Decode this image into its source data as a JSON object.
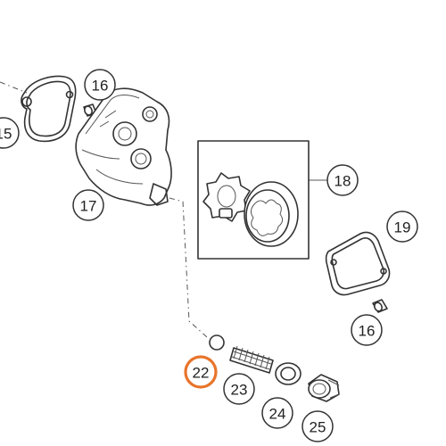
{
  "diagram": {
    "highlight_color": "#e8742a",
    "line_color": "#333333",
    "callouts": [
      {
        "id": "c15",
        "label": "15",
        "highlighted": false
      },
      {
        "id": "c16a",
        "label": "16",
        "highlighted": false
      },
      {
        "id": "c17",
        "label": "17",
        "highlighted": false
      },
      {
        "id": "c18",
        "label": "18",
        "highlighted": false
      },
      {
        "id": "c19",
        "label": "19",
        "highlighted": false
      },
      {
        "id": "c16b",
        "label": "16",
        "highlighted": false
      },
      {
        "id": "c22",
        "label": "22",
        "highlighted": true
      },
      {
        "id": "c23",
        "label": "23",
        "highlighted": false
      },
      {
        "id": "c24",
        "label": "24",
        "highlighted": false
      },
      {
        "id": "c25",
        "label": "25",
        "highlighted": false
      }
    ]
  }
}
